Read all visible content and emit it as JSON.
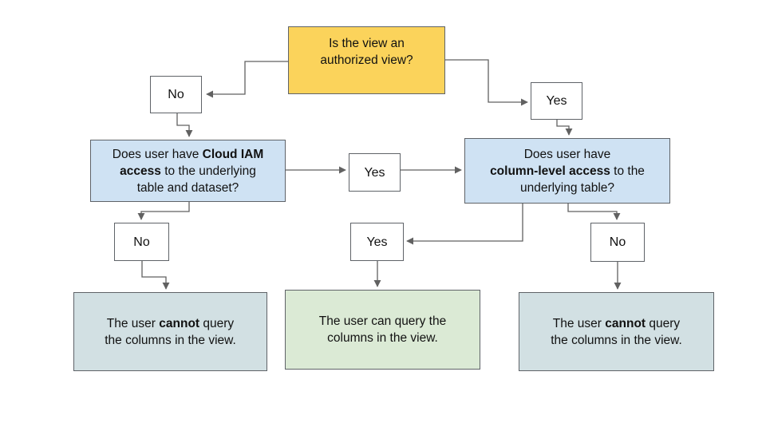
{
  "colors": {
    "background": "#ffffff",
    "decision_fill": "#fbd35b",
    "question_fill": "#cfe2f3",
    "negative_result_fill": "#d2e0e3",
    "positive_result_fill": "#dbead5",
    "label_fill": "#ffffff",
    "box_border": "#5f6368",
    "connector": "#616161",
    "text": "#111111"
  },
  "nodes": {
    "root": {
      "lines": [
        [
          {
            "t": "Is the view an"
          }
        ],
        [
          {
            "t": "authorized view?"
          }
        ]
      ]
    },
    "no_top": {
      "label": "No"
    },
    "yes_top": {
      "label": "Yes"
    },
    "iam_question": {
      "lines": [
        [
          {
            "t": "Does user have "
          },
          {
            "t": "Cloud IAM",
            "b": true
          }
        ],
        [
          {
            "t": "access",
            "b": true
          },
          {
            "t": " to the underlying"
          }
        ],
        [
          {
            "t": "table and dataset?"
          }
        ]
      ]
    },
    "yes_mid": {
      "label": "Yes"
    },
    "column_question": {
      "lines": [
        [
          {
            "t": "Does user have"
          }
        ],
        [
          {
            "t": "column-level access",
            "b": true
          },
          {
            "t": " to the"
          }
        ],
        [
          {
            "t": "underlying table?"
          }
        ]
      ]
    },
    "no_lower_left": {
      "label": "No"
    },
    "yes_lower": {
      "label": "Yes"
    },
    "no_lower_right": {
      "label": "No"
    },
    "result_left": {
      "lines": [
        [
          {
            "t": "The user "
          },
          {
            "t": "cannot",
            "b": true
          },
          {
            "t": " query"
          }
        ],
        [
          {
            "t": "the columns in the view."
          }
        ]
      ]
    },
    "result_center": {
      "lines": [
        [
          {
            "t": "The user can query the"
          }
        ],
        [
          {
            "t": "columns in the view."
          }
        ]
      ]
    },
    "result_right": {
      "lines": [
        [
          {
            "t": "The user "
          },
          {
            "t": "cannot",
            "b": true
          },
          {
            "t": " query"
          }
        ],
        [
          {
            "t": "the columns in the view."
          }
        ]
      ]
    }
  }
}
